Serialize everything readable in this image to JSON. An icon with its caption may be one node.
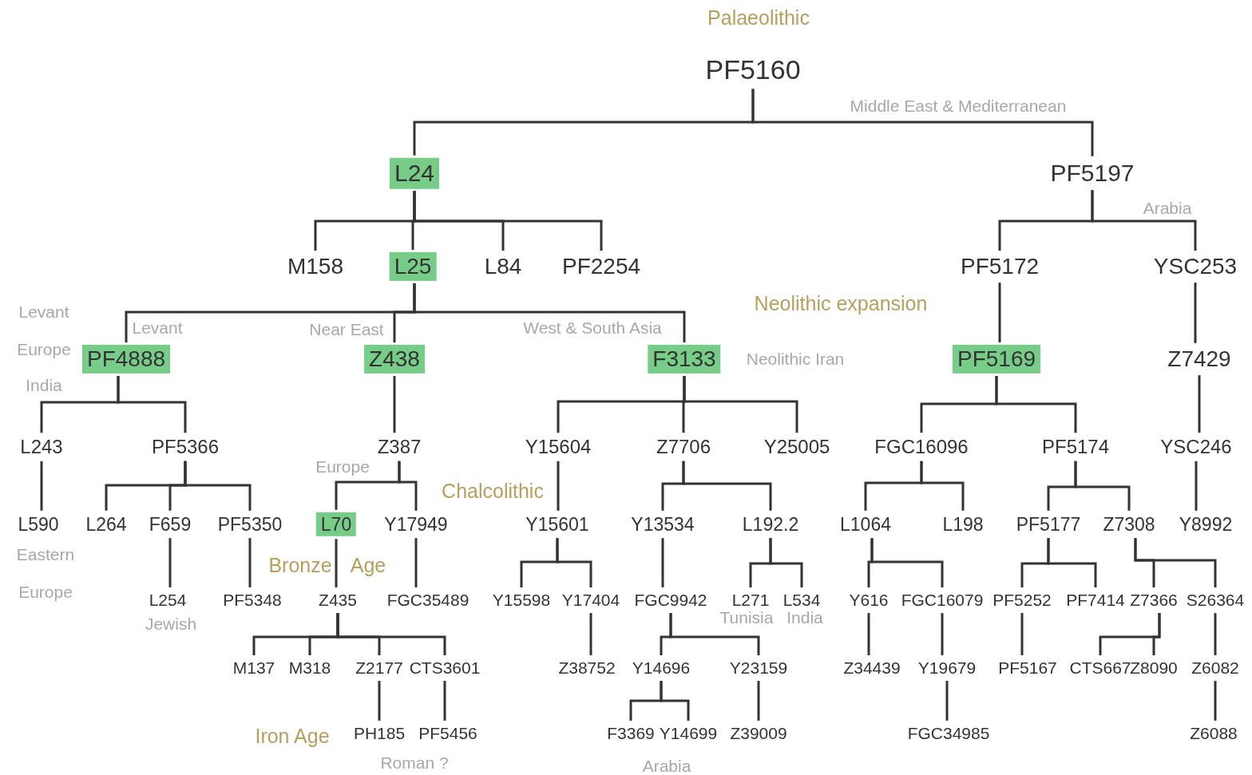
{
  "diagram": {
    "nodes": [
      {
        "text": [
          "PF5160"
        ]
      },
      {
        "text": [
          "L24"
        ]
      },
      {
        "text": [
          "PF5197"
        ]
      },
      {
        "text": [
          "M158"
        ]
      },
      {
        "text": [
          "L25"
        ]
      },
      {
        "text": [
          "L84"
        ]
      },
      {
        "text": [
          "PF2254"
        ]
      },
      {
        "text": [
          "PF5172"
        ]
      },
      {
        "text": [
          "YSC253"
        ]
      },
      {
        "text": [
          "PF4888"
        ]
      },
      {
        "text": [
          "Z438"
        ]
      },
      {
        "text": [
          "F3133"
        ]
      },
      {
        "text": [
          "PF5169"
        ]
      },
      {
        "text": [
          "Z7429"
        ]
      },
      {
        "text": [
          "L243"
        ]
      },
      {
        "text": [
          "PF5366"
        ]
      },
      {
        "text": [
          "Z387"
        ]
      },
      {
        "text": [
          "Y15604"
        ]
      },
      {
        "text": [
          "Z7706"
        ]
      },
      {
        "text": [
          "Y25005"
        ]
      },
      {
        "text": [
          "FGC16096"
        ]
      },
      {
        "text": [
          "PF5174"
        ]
      },
      {
        "text": [
          "YSC246"
        ]
      },
      {
        "text": [
          "L590"
        ]
      },
      {
        "text": [
          "L264"
        ]
      },
      {
        "text": [
          "F659"
        ]
      },
      {
        "text": [
          "PF5350"
        ]
      },
      {
        "text": [
          "L70"
        ]
      },
      {
        "text": [
          "Y17949"
        ]
      },
      {
        "text": [
          "Y15601"
        ]
      },
      {
        "text": [
          "Y13534"
        ]
      },
      {
        "text": [
          "L192.2"
        ]
      },
      {
        "text": [
          "L1064"
        ]
      },
      {
        "text": [
          "L198"
        ]
      },
      {
        "text": [
          "PF5177"
        ]
      },
      {
        "text": [
          "Z7308"
        ]
      },
      {
        "text": [
          "Y8992"
        ]
      },
      {
        "text": [
          "L254"
        ]
      },
      {
        "text": [
          "PF5348"
        ]
      },
      {
        "text": [
          "Z435"
        ]
      },
      {
        "text": [
          "FGC35489"
        ]
      },
      {
        "text": [
          "Y15598"
        ]
      },
      {
        "text": [
          "Y17404"
        ]
      },
      {
        "text": [
          "FGC9942"
        ]
      },
      {
        "text": [
          "L271"
        ]
      },
      {
        "text": [
          "L534"
        ]
      },
      {
        "text": [
          "Y616"
        ]
      },
      {
        "text": [
          "FGC16079"
        ]
      },
      {
        "text": [
          "PF5252"
        ]
      },
      {
        "text": [
          "PF7414"
        ]
      },
      {
        "text": [
          "Z7366"
        ]
      },
      {
        "text": [
          "S26364"
        ]
      },
      {
        "text": [
          "M137"
        ]
      },
      {
        "text": [
          "M318"
        ]
      },
      {
        "text": [
          "Z2177"
        ]
      },
      {
        "text": [
          "CTS3601"
        ]
      },
      {
        "text": [
          "Z38752"
        ]
      },
      {
        "text": [
          "Y14696"
        ]
      },
      {
        "text": [
          "Y23159"
        ]
      },
      {
        "text": [
          "Z34439"
        ]
      },
      {
        "text": [
          "Y19679"
        ]
      },
      {
        "text": [
          "PF5167"
        ]
      },
      {
        "text": [
          "CTS667"
        ]
      },
      {
        "text": [
          "Z8090"
        ]
      },
      {
        "text": [
          "Z6082"
        ]
      },
      {
        "text": [
          "PH185"
        ]
      },
      {
        "text": [
          "PF5456"
        ]
      },
      {
        "text": [
          "F3369"
        ]
      },
      {
        "text": [
          "Y14699"
        ]
      },
      {
        "text": [
          "Z39009"
        ]
      },
      {
        "text": [
          "FGC34985"
        ]
      },
      {
        "text": [
          "Z6088"
        ]
      }
    ],
    "edges": [
      {
        "from": 0,
        "to": 1,
        "arrow": "none"
      },
      {
        "from": 0,
        "to": 2,
        "arrow": "none"
      },
      {
        "from": 1,
        "to": 3,
        "arrow": "none"
      },
      {
        "from": 1,
        "to": 4,
        "arrow": "none"
      },
      {
        "from": 1,
        "to": 5,
        "arrow": "none"
      },
      {
        "from": 1,
        "to": 6,
        "arrow": "none"
      },
      {
        "from": 2,
        "to": 7,
        "arrow": "none"
      },
      {
        "from": 2,
        "to": 8,
        "arrow": "none"
      },
      {
        "from": 4,
        "to": 9,
        "arrow": "none"
      },
      {
        "from": 4,
        "to": 10,
        "arrow": "none"
      },
      {
        "from": 4,
        "to": 11,
        "arrow": "none"
      },
      {
        "from": 7,
        "to": 12,
        "arrow": "none"
      },
      {
        "from": 8,
        "to": 13,
        "arrow": "none"
      },
      {
        "from": 9,
        "to": 14,
        "arrow": "none"
      },
      {
        "from": 9,
        "to": 15,
        "arrow": "none"
      },
      {
        "from": 10,
        "to": 16,
        "arrow": "none"
      },
      {
        "from": 11,
        "to": 17,
        "arrow": "none"
      },
      {
        "from": 11,
        "to": 18,
        "arrow": "none"
      },
      {
        "from": 11,
        "to": 19,
        "arrow": "none"
      },
      {
        "from": 12,
        "to": 20,
        "arrow": "none"
      },
      {
        "from": 12,
        "to": 21,
        "arrow": "none"
      },
      {
        "from": 13,
        "to": 22,
        "arrow": "none"
      },
      {
        "from": 14,
        "to": 23,
        "arrow": "none"
      },
      {
        "from": 15,
        "to": 24,
        "arrow": "none"
      },
      {
        "from": 15,
        "to": 25,
        "arrow": "none"
      },
      {
        "from": 15,
        "to": 26,
        "arrow": "none"
      },
      {
        "from": 16,
        "to": 27,
        "arrow": "none"
      },
      {
        "from": 16,
        "to": 28,
        "arrow": "none"
      },
      {
        "from": 17,
        "to": 29,
        "arrow": "none"
      },
      {
        "from": 18,
        "to": 30,
        "arrow": "none"
      },
      {
        "from": 18,
        "to": 31,
        "arrow": "none"
      },
      {
        "from": 20,
        "to": 32,
        "arrow": "none"
      },
      {
        "from": 20,
        "to": 33,
        "arrow": "none"
      },
      {
        "from": 21,
        "to": 34,
        "arrow": "none"
      },
      {
        "from": 21,
        "to": 35,
        "arrow": "none"
      },
      {
        "from": 22,
        "to": 36,
        "arrow": "none"
      },
      {
        "from": 25,
        "to": 37,
        "arrow": "none"
      },
      {
        "from": 26,
        "to": 38,
        "arrow": "none"
      },
      {
        "from": 27,
        "to": 39,
        "arrow": "none"
      },
      {
        "from": 28,
        "to": 40,
        "arrow": "none"
      },
      {
        "from": 29,
        "to": 41,
        "arrow": "none"
      },
      {
        "from": 29,
        "to": 42,
        "arrow": "none"
      },
      {
        "from": 30,
        "to": 43,
        "arrow": "none"
      },
      {
        "from": 31,
        "to": 44,
        "arrow": "none"
      },
      {
        "from": 31,
        "to": 45,
        "arrow": "none"
      },
      {
        "from": 32,
        "to": 46,
        "arrow": "none"
      },
      {
        "from": 32,
        "to": 47,
        "arrow": "none"
      },
      {
        "from": 34,
        "to": 48,
        "arrow": "none"
      },
      {
        "from": 34,
        "to": 49,
        "arrow": "none"
      },
      {
        "from": 35,
        "to": 50,
        "arrow": "none"
      },
      {
        "from": 35,
        "to": 51,
        "arrow": "none"
      },
      {
        "from": 39,
        "to": 52,
        "arrow": "none"
      },
      {
        "from": 39,
        "to": 53,
        "arrow": "none"
      },
      {
        "from": 39,
        "to": 54,
        "arrow": "none"
      },
      {
        "from": 39,
        "to": 55,
        "arrow": "none"
      },
      {
        "from": 42,
        "to": 56,
        "arrow": "none"
      },
      {
        "from": 43,
        "to": 57,
        "arrow": "none"
      },
      {
        "from": 43,
        "to": 58,
        "arrow": "none"
      },
      {
        "from": 46,
        "to": 59,
        "arrow": "none"
      },
      {
        "from": 47,
        "to": 60,
        "arrow": "none"
      },
      {
        "from": 48,
        "to": 61,
        "arrow": "none"
      },
      {
        "from": 50,
        "to": 62,
        "arrow": "none"
      },
      {
        "from": 50,
        "to": 63,
        "arrow": "none"
      },
      {
        "from": 51,
        "to": 64,
        "arrow": "none"
      },
      {
        "from": 54,
        "to": 65,
        "arrow": "none"
      },
      {
        "from": 55,
        "to": 66,
        "arrow": "none"
      },
      {
        "from": 57,
        "to": 67,
        "arrow": "none"
      },
      {
        "from": 57,
        "to": 68,
        "arrow": "none"
      },
      {
        "from": 58,
        "to": 69,
        "arrow": "none"
      },
      {
        "from": 60,
        "to": 70,
        "arrow": "none"
      },
      {
        "from": 64,
        "to": 71,
        "arrow": "none"
      }
    ],
    "labels": [
      "Palaeolithic",
      "Middle East & Mediterranean",
      "Arabia",
      "Levant",
      "Neolithic expansion",
      "Levant",
      "Near East",
      "West & South Asia",
      "Europe",
      "Neolithic Iran",
      "India",
      "Europe",
      "Chalcolithic",
      "Eastern",
      "Bronze",
      "Age",
      "Europe",
      "Jewish",
      "Tunisia",
      "India",
      "Iron Age",
      "Roman ?",
      "Arabia"
    ]
  }
}
